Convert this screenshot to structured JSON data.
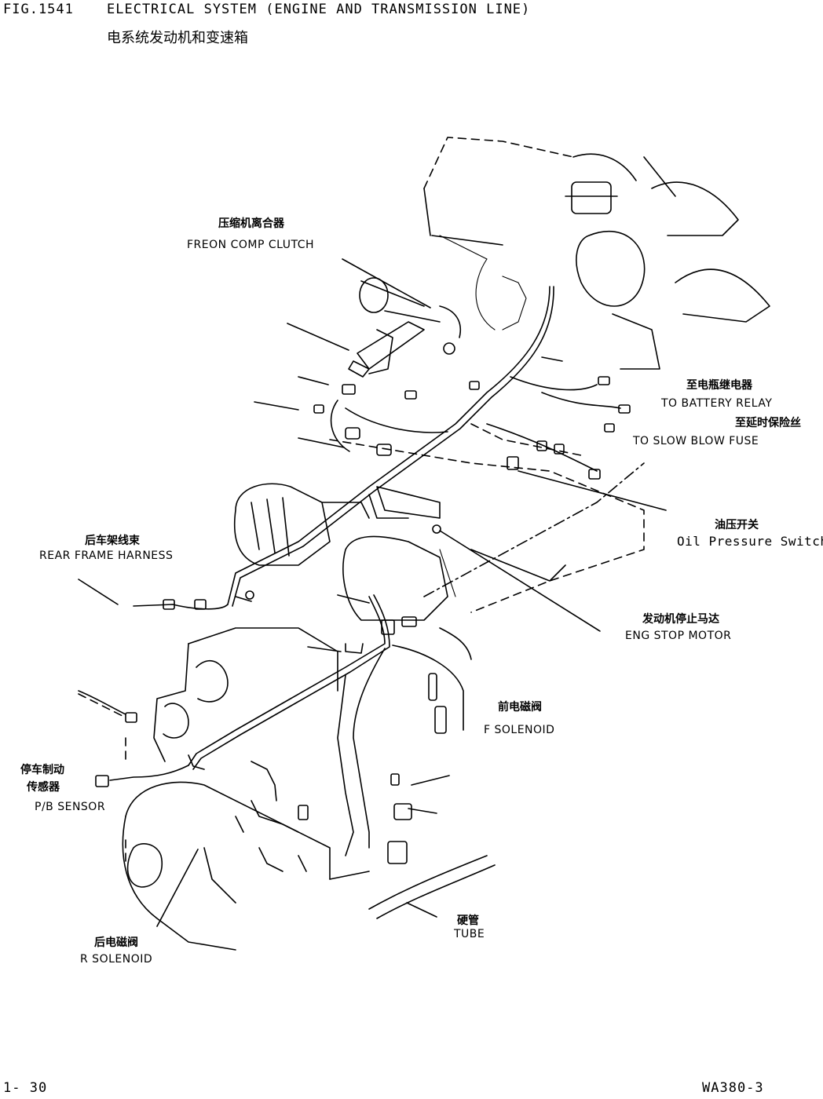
{
  "header": {
    "fig_number": "FIG.1541",
    "title": "ELECTRICAL SYSTEM (ENGINE AND TRANSMISSION LINE)",
    "subtitle_cn": "电系统发动机和变速箱"
  },
  "labels": {
    "freon_comp_clutch": {
      "cn": "压缩机离合器",
      "en": "FREON COMP CLUTCH"
    },
    "to_battery_relay": {
      "cn": "至电瓶继电器",
      "en": "TO BATTERY RELAY"
    },
    "to_slow_blow_fuse": {
      "cn": "至延时保险丝",
      "en": "TO SLOW BLOW FUSE"
    },
    "oil_pressure_switch": {
      "cn": "油压开关",
      "en": "Oil Pressure Switch"
    },
    "rear_frame_harness": {
      "cn": "后车架线束",
      "en": "REAR FRAME HARNESS"
    },
    "eng_stop_motor": {
      "cn": "发动机停止马达",
      "en": "ENG STOP MOTOR"
    },
    "f_solenoid": {
      "cn": "前电磁阀",
      "en": "F SOLENOID"
    },
    "pb_sensor": {
      "cn_line1": "停车制动",
      "cn_line2": "传感器",
      "en": "P/B SENSOR"
    },
    "r_solenoid": {
      "cn": "后电磁阀",
      "en": "R SOLENOID"
    },
    "tube": {
      "cn": "硬管",
      "en": "TUBE"
    }
  },
  "footer": {
    "page": "1- 30",
    "model": "WA380-3"
  }
}
